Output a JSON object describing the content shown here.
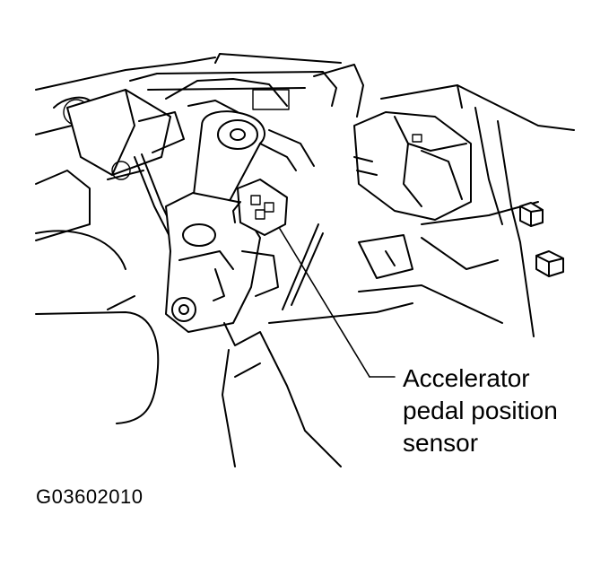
{
  "callout": {
    "lines": [
      "Accelerator",
      "pedal position",
      "sensor"
    ]
  },
  "figure_code": "G03602010",
  "icons": {
    "illustration": "pedal-assembly-line-drawing"
  }
}
